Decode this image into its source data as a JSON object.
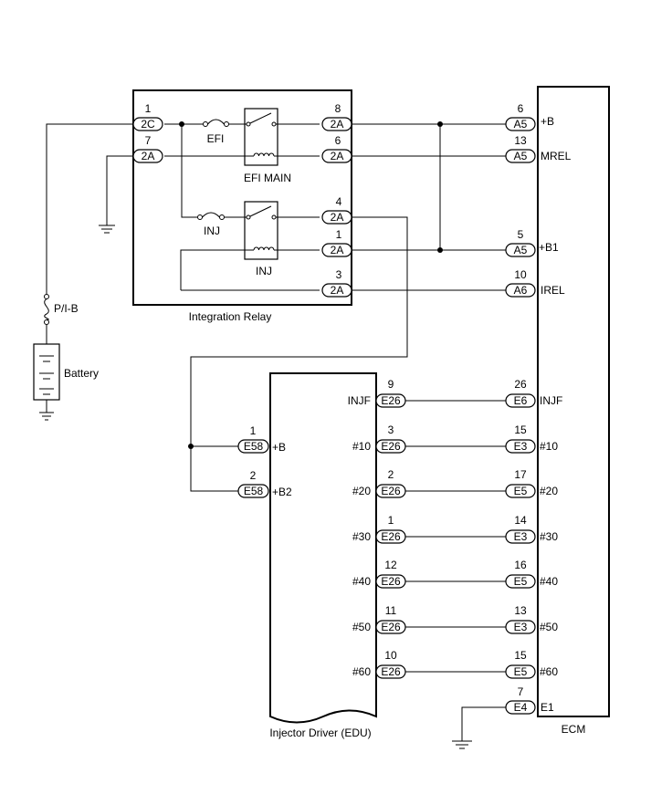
{
  "labels": {
    "integration_relay": "Integration Relay",
    "efi_fuse": "EFI",
    "efi_main": "EFI MAIN",
    "inj_fuse": "INJ",
    "inj_relay": "INJ",
    "pib_fuse": "P/I-B",
    "battery": "Battery",
    "edu": "Injector Driver (EDU)",
    "ecm": "ECM"
  },
  "relay_connectors": [
    {
      "pin": "1",
      "code": "2C"
    },
    {
      "pin": "7",
      "code": "2A"
    },
    {
      "pin": "8",
      "code": "2A"
    },
    {
      "pin": "6",
      "code": "2A"
    },
    {
      "pin": "4",
      "code": "2A"
    },
    {
      "pin": "1",
      "code": "2A"
    },
    {
      "pin": "3",
      "code": "2A"
    }
  ],
  "ecm_top": [
    {
      "pin": "6",
      "code": "A5",
      "signal": "+B"
    },
    {
      "pin": "13",
      "code": "A5",
      "signal": "MREL"
    },
    {
      "pin": "5",
      "code": "A5",
      "signal": "+B1"
    },
    {
      "pin": "10",
      "code": "A6",
      "signal": "IREL"
    }
  ],
  "edu_power": [
    {
      "pin": "1",
      "code": "E58",
      "signal": "+B"
    },
    {
      "pin": "2",
      "code": "E58",
      "signal": "+B2"
    }
  ],
  "edu_ecm_rows": [
    {
      "edu_signal": "INJF",
      "edu_pin": "9",
      "edu_code": "E26",
      "ecm_pin": "26",
      "ecm_code": "E6",
      "ecm_signal": "INJF"
    },
    {
      "edu_signal": "#10",
      "edu_pin": "3",
      "edu_code": "E26",
      "ecm_pin": "15",
      "ecm_code": "E3",
      "ecm_signal": "#10"
    },
    {
      "edu_signal": "#20",
      "edu_pin": "2",
      "edu_code": "E26",
      "ecm_pin": "17",
      "ecm_code": "E5",
      "ecm_signal": "#20"
    },
    {
      "edu_signal": "#30",
      "edu_pin": "1",
      "edu_code": "E26",
      "ecm_pin": "14",
      "ecm_code": "E3",
      "ecm_signal": "#30"
    },
    {
      "edu_signal": "#40",
      "edu_pin": "12",
      "edu_code": "E26",
      "ecm_pin": "16",
      "ecm_code": "E5",
      "ecm_signal": "#40"
    },
    {
      "edu_signal": "#50",
      "edu_pin": "11",
      "edu_code": "E26",
      "ecm_pin": "13",
      "ecm_code": "E3",
      "ecm_signal": "#50"
    },
    {
      "edu_signal": "#60",
      "edu_pin": "10",
      "edu_code": "E26",
      "ecm_pin": "15",
      "ecm_code": "E5",
      "ecm_signal": "#60"
    }
  ],
  "ecm_ground": {
    "pin": "7",
    "code": "E4",
    "signal": "E1"
  }
}
